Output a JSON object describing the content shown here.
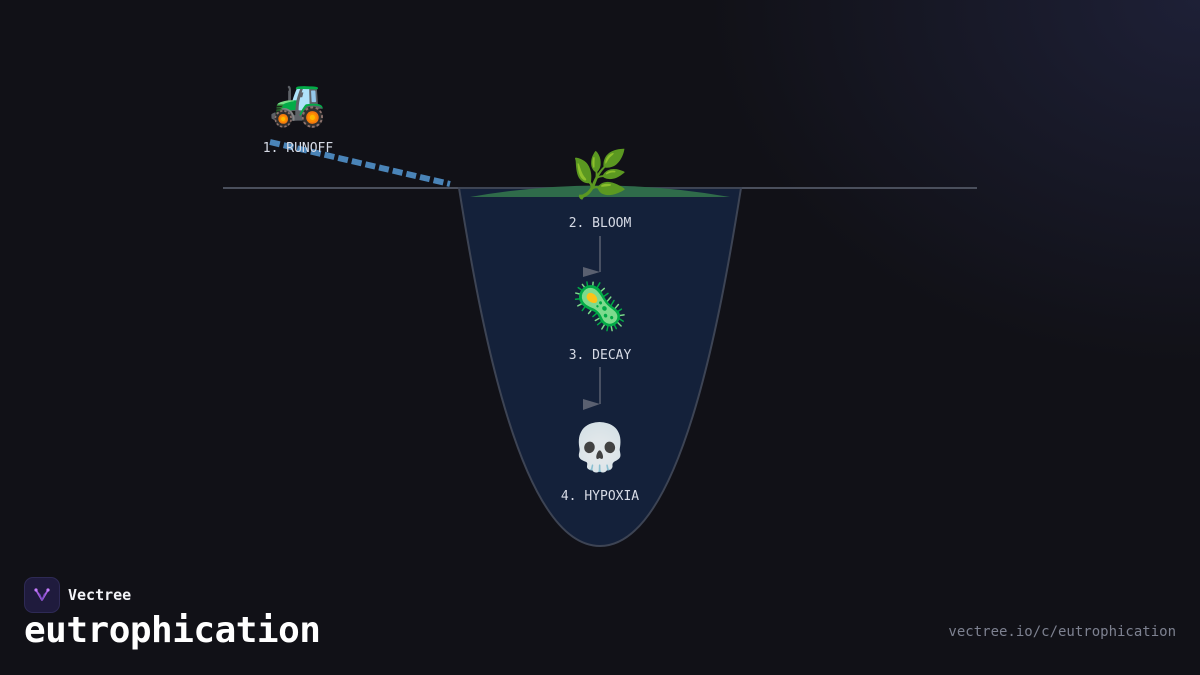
{
  "diagram": {
    "steps": [
      {
        "label": "1. RUNOFF",
        "icon": "tractor-icon",
        "glyph": "🚜"
      },
      {
        "label": "2. BLOOM",
        "icon": "herb-icon",
        "glyph": "🌿"
      },
      {
        "label": "3. DECAY",
        "icon": "microbe-icon",
        "glyph": "🦠"
      },
      {
        "label": "4. HYPOXIA",
        "icon": "skull-icon",
        "glyph": "💀"
      }
    ],
    "colors": {
      "water": "#14213a",
      "basin_stroke": "#3d4454",
      "ground": "#4a4f5c",
      "algae": "#2f6b4a",
      "runoff": "#4a84b8",
      "arrow": "#5a6070"
    }
  },
  "branding": {
    "name": "Vectree",
    "title": "eutrophication",
    "url": "vectree.io/c/eutrophication"
  }
}
